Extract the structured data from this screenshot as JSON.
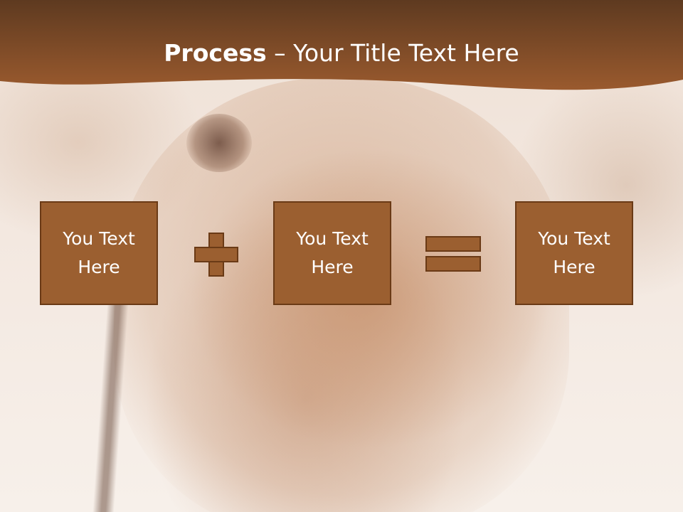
{
  "slide": {
    "title_bold": "Process",
    "title_dash": " – ",
    "title_rest": "Your Title Text Here"
  },
  "boxes": [
    {
      "text": "You Text Here"
    },
    {
      "text": "You Text Here"
    },
    {
      "text": "You Text Here"
    }
  ],
  "icons": {
    "operator_1": "plus-icon",
    "operator_2": "equals-icon"
  },
  "colors": {
    "header": "#8b4f25",
    "box_fill": "#9b5f30",
    "box_border": "#6a3a16",
    "text": "#ffffff"
  }
}
